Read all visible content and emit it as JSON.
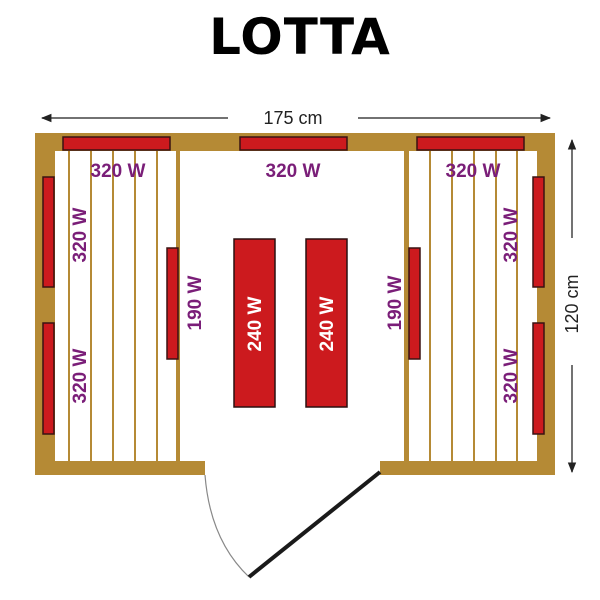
{
  "title": "LOTTA",
  "dimensions": {
    "width_label": "175 cm",
    "depth_label": "120 cm"
  },
  "colors": {
    "wood": "#b58a35",
    "heater_fill": "#cc1a1e",
    "heater_border": "#3a1212",
    "label_purple": "#7a1e78",
    "door_line": "#1a1a1a",
    "door_arc": "#888888"
  },
  "heaters": {
    "top_left": "320 W",
    "top_center": "320 W",
    "top_right": "320 W",
    "left_wall_upper": "320 W",
    "left_wall_lower": "320 W",
    "right_wall_upper": "320 W",
    "right_wall_lower": "320 W",
    "left_bench": "190 W",
    "right_bench": "190 W",
    "center_left": "240 W",
    "center_right": "240 W"
  }
}
